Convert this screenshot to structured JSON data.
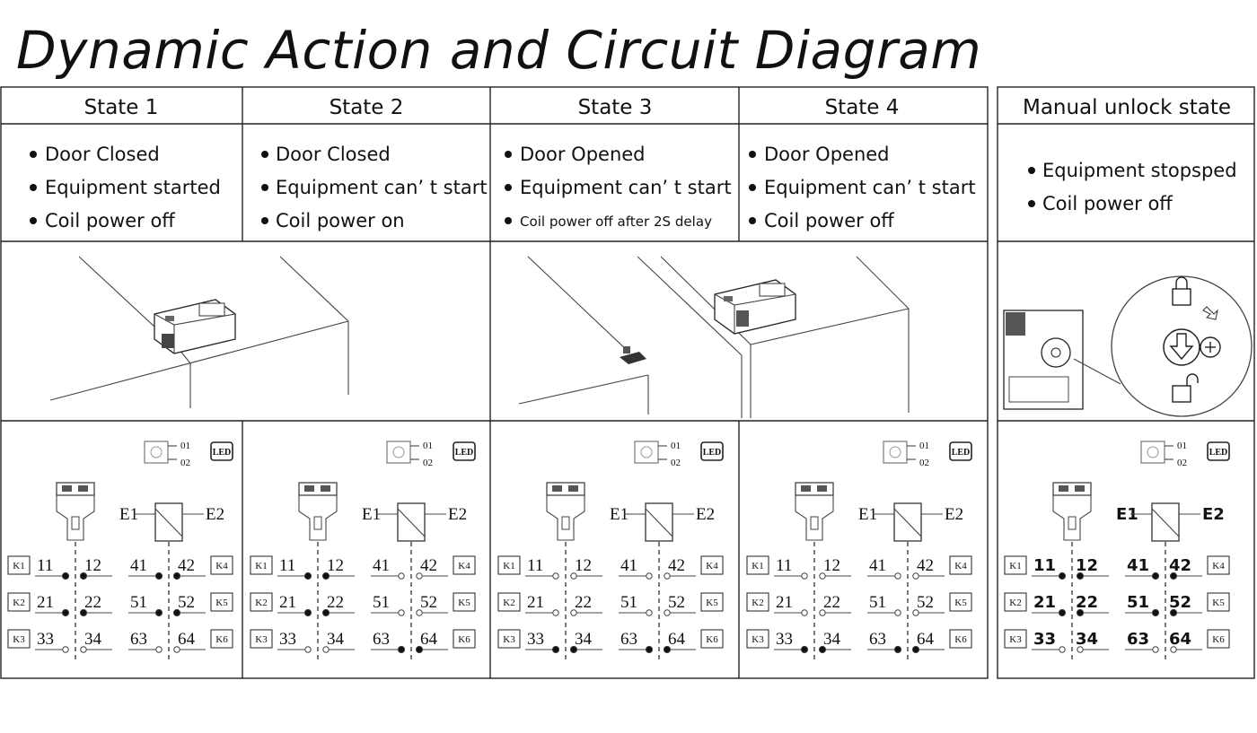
{
  "title": "Dynamic Action and Circuit Diagram",
  "states": [
    {
      "header": "State 1",
      "bullets": [
        "Door Closed",
        "Equipment started",
        "Coil power off"
      ],
      "contacts": {
        "11-12": "closed",
        "21-22": "closed",
        "33-34": "open",
        "41-42": "closed",
        "51-52": "closed",
        "63-64": "open"
      }
    },
    {
      "header": "State 2",
      "bullets": [
        "Door Closed",
        "Equipment can’ t start",
        "Coil power on"
      ],
      "contacts": {
        "11-12": "closed",
        "21-22": "closed",
        "33-34": "open",
        "41-42": "open",
        "51-52": "open",
        "63-64": "closed"
      }
    },
    {
      "header": "State 3",
      "bullets": [
        "Door Opened",
        "Equipment can’ t start",
        "Coil power off after 2S delay"
      ],
      "contacts": {
        "11-12": "open",
        "21-22": "open",
        "33-34": "closed",
        "41-42": "open",
        "51-52": "open",
        "63-64": "closed"
      }
    },
    {
      "header": "State 4",
      "bullets": [
        "Door Opened",
        "Equipment can’ t start",
        "Coil power off"
      ],
      "contacts": {
        "11-12": "open",
        "21-22": "open",
        "33-34": "closed",
        "41-42": "open",
        "51-52": "open",
        "63-64": "closed"
      }
    },
    {
      "header": "Manual unlock state",
      "bullets": [
        "Equipment stopsped",
        "Coil power off"
      ],
      "contacts": {
        "11-12": "closed",
        "21-22": "closed",
        "33-34": "open",
        "41-42": "closed",
        "51-52": "closed",
        "63-64": "open"
      }
    }
  ],
  "circuit": {
    "led": "LED",
    "led_pins": [
      "01",
      "02"
    ],
    "coil_terminals": [
      "E1",
      "E2"
    ],
    "relays": [
      "K1",
      "K2",
      "K3",
      "K4",
      "K5",
      "K6"
    ],
    "terminals": [
      [
        "11",
        "12"
      ],
      [
        "21",
        "22"
      ],
      [
        "33",
        "34"
      ],
      [
        "41",
        "42"
      ],
      [
        "51",
        "52"
      ],
      [
        "63",
        "64"
      ]
    ]
  }
}
